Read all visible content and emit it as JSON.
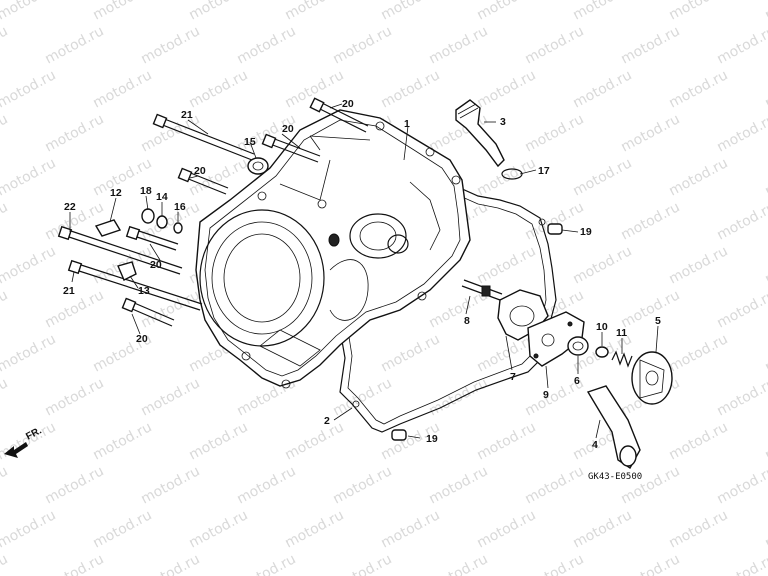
{
  "watermark": "motod.ru",
  "diagram_code": "GK43-E0500",
  "direction_label": "FR.",
  "callouts": {
    "c1": "1",
    "c2": "2",
    "c3": "3",
    "c4": "4",
    "c5": "5",
    "c6": "6",
    "c7": "7",
    "c8": "8",
    "c9": "9",
    "c10": "10",
    "c11": "11",
    "c12": "12",
    "c13": "13",
    "c14": "14",
    "c15": "15",
    "c16": "16",
    "c17": "17",
    "c18": "18",
    "c19a": "19",
    "c19b": "19",
    "c20a": "20",
    "c20b": "20",
    "c20c": "20",
    "c20d": "20",
    "c20e": "20",
    "c21a": "21",
    "c21b": "21",
    "c22": "22"
  }
}
